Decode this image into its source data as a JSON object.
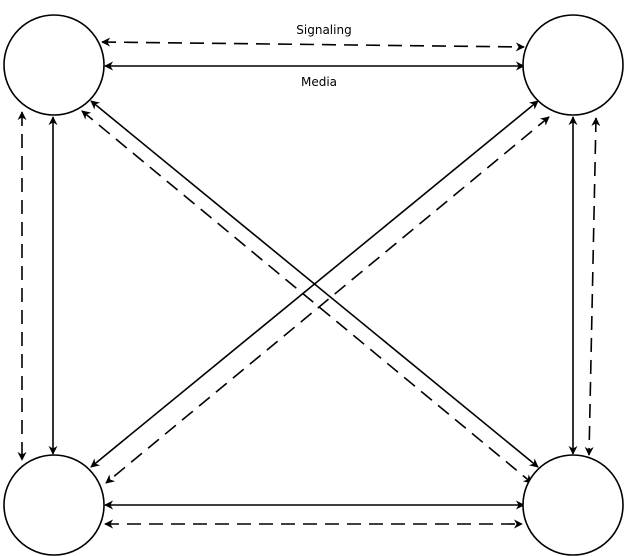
{
  "labels": {
    "signaling": "Signaling",
    "media": "Media"
  },
  "colors": {
    "stroke": "#000000",
    "node_fill": "#ffffff",
    "background": "#ffffff"
  },
  "nodes": [
    {
      "id": "top-left"
    },
    {
      "id": "top-right"
    },
    {
      "id": "bottom-left"
    },
    {
      "id": "bottom-right"
    }
  ],
  "edges": [
    {
      "from": "top-left",
      "to": "top-right",
      "kind": "signaling",
      "style": "dashed",
      "bidirectional": true
    },
    {
      "from": "top-left",
      "to": "top-right",
      "kind": "media",
      "style": "solid",
      "bidirectional": true
    },
    {
      "from": "top-left",
      "to": "bottom-left",
      "kind": "signaling",
      "style": "dashed",
      "bidirectional": true
    },
    {
      "from": "top-left",
      "to": "bottom-left",
      "kind": "media",
      "style": "solid",
      "bidirectional": true
    },
    {
      "from": "top-right",
      "to": "bottom-right",
      "kind": "media",
      "style": "solid",
      "bidirectional": true
    },
    {
      "from": "top-right",
      "to": "bottom-right",
      "kind": "signaling",
      "style": "dashed",
      "bidirectional": true
    },
    {
      "from": "bottom-left",
      "to": "bottom-right",
      "kind": "media",
      "style": "solid",
      "bidirectional": true
    },
    {
      "from": "bottom-left",
      "to": "bottom-right",
      "kind": "signaling",
      "style": "dashed",
      "bidirectional": true
    },
    {
      "from": "top-left",
      "to": "bottom-right",
      "kind": "media",
      "style": "solid",
      "bidirectional": true
    },
    {
      "from": "top-left",
      "to": "bottom-right",
      "kind": "signaling",
      "style": "dashed",
      "bidirectional": true
    },
    {
      "from": "top-right",
      "to": "bottom-left",
      "kind": "media",
      "style": "solid",
      "bidirectional": true
    },
    {
      "from": "top-right",
      "to": "bottom-left",
      "kind": "signaling",
      "style": "dashed",
      "bidirectional": true
    }
  ]
}
